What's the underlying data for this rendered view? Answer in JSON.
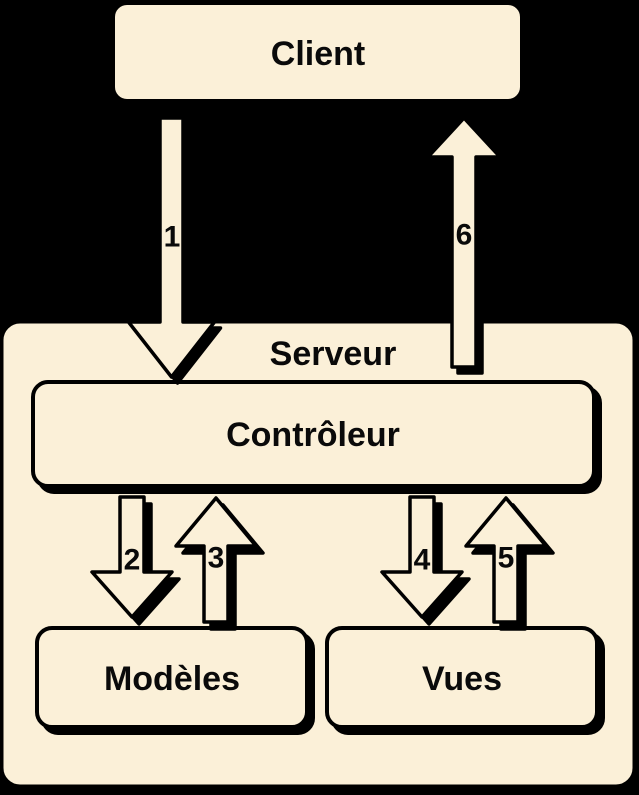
{
  "colors": {
    "background": "#000000",
    "box_fill": "#FBF0D8",
    "border": "#000000",
    "shadow": "#000000",
    "text": "#0a0a0a"
  },
  "nodes": {
    "client": {
      "label": "Client"
    },
    "serveur": {
      "label": "Serveur"
    },
    "controleur": {
      "label": "Contrôleur"
    },
    "modeles": {
      "label": "Modèles"
    },
    "vues": {
      "label": "Vues"
    }
  },
  "arrows": [
    {
      "label": "1",
      "from": "Client",
      "to": "Contrôleur",
      "direction": "down"
    },
    {
      "label": "2",
      "from": "Contrôleur",
      "to": "Modèles",
      "direction": "down"
    },
    {
      "label": "3",
      "from": "Modèles",
      "to": "Contrôleur",
      "direction": "up"
    },
    {
      "label": "4",
      "from": "Contrôleur",
      "to": "Vues",
      "direction": "down"
    },
    {
      "label": "5",
      "from": "Vues",
      "to": "Contrôleur",
      "direction": "up"
    },
    {
      "label": "6",
      "from": "Contrôleur",
      "to": "Client",
      "direction": "up"
    }
  ]
}
